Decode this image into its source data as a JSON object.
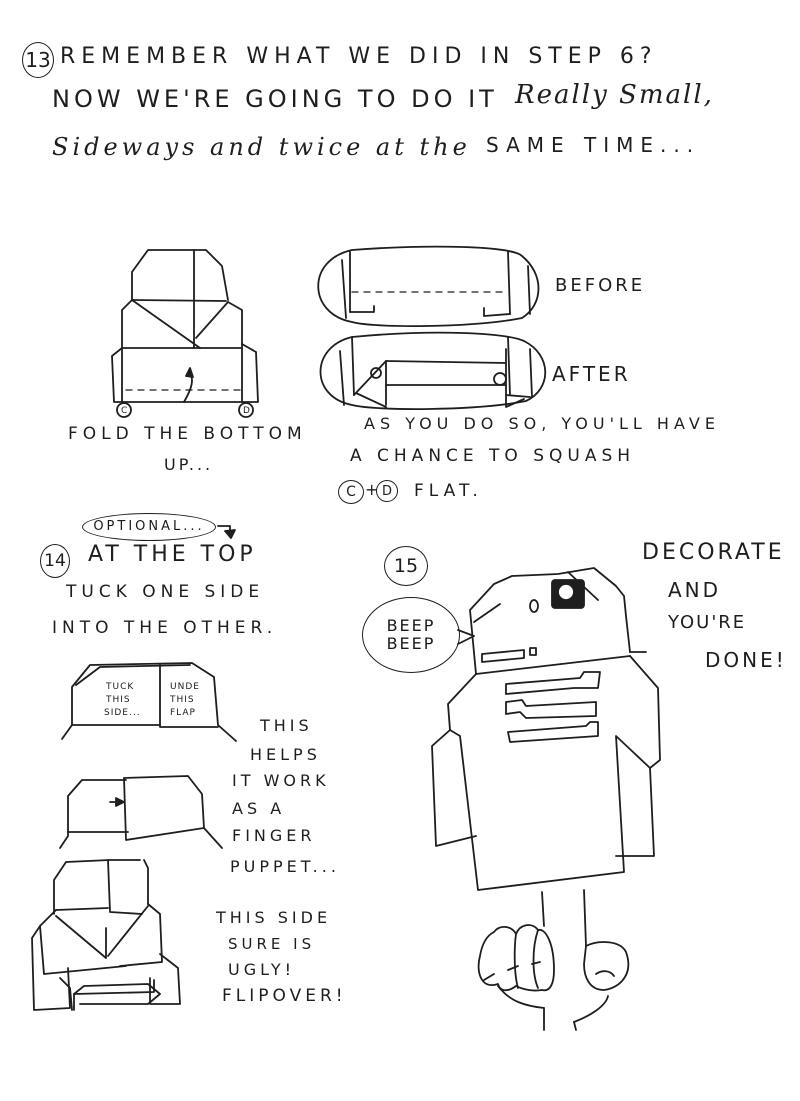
{
  "step13": {
    "number": "13",
    "line1": "REMEMBER  WHAT WE  DID  IN STEP 6?",
    "line2_caps": "NOW WE'RE  GOING TO DO IT",
    "line2_script": "Really Small,",
    "line3_script": "Sideways  and  twice  at the",
    "line3_caps": "SAME TIME...",
    "fold_caption_line1": "FOLD THE BOTTOM",
    "fold_caption_line2": "UP...",
    "label_c": "C",
    "label_d": "D",
    "before_label": "BEFORE",
    "after_label": "AFTER",
    "squash_line1": "AS YOU DO SO, YOU'LL HAVE",
    "squash_line2": "A CHANCE  TO SQUASH",
    "squash_c": "C",
    "squash_plus": "+",
    "squash_d": "D",
    "squash_flat": "FLAT."
  },
  "step14": {
    "optional_label": "OPTIONAL...",
    "number": "14",
    "line1": "AT THE TOP",
    "line2": "TUCK  ONE  SIDE",
    "line3": "INTO  THE  OTHER.",
    "tuck_label": [
      "TUCK",
      "THIS",
      "SIDE..."
    ],
    "under_label": [
      "UNDE",
      "THIS",
      "FLAP"
    ],
    "helps_text": [
      "THIS",
      "HELPS",
      "IT  WORK",
      "AS  A",
      "FINGER",
      "PUPPET..."
    ],
    "ugly_text": [
      "THIS SIDE",
      "SURE IS",
      "UGLY!",
      "FLIPOVER!"
    ]
  },
  "step15": {
    "number": "15",
    "speech": [
      "BEEP",
      "BEEP"
    ],
    "decorate_text": [
      "DECORATE",
      "AND",
      "YOU'RE",
      "DONE!"
    ]
  }
}
